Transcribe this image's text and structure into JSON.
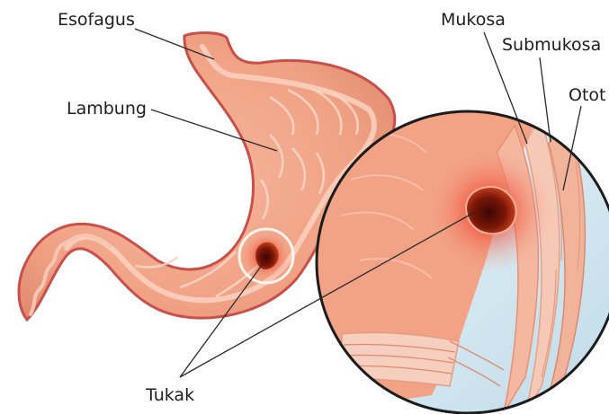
{
  "labels": {
    "esofagus": "Esofagus",
    "lambung": "Lambung",
    "mukosa": "Mukosa",
    "submukosa": "Submukosa",
    "otot": "Otot",
    "tukak": "Tukak"
  },
  "colors": {
    "stomach_fill": "#f2a48a",
    "stomach_outline": "#c9504a",
    "stomach_highlight": "#fbd2c1",
    "ulcer_center": "#6e1208",
    "ulcer_glow": "#f03a2a",
    "leader_line": "#2a2a2a",
    "backdrop_blue": "#d8e9f0"
  }
}
